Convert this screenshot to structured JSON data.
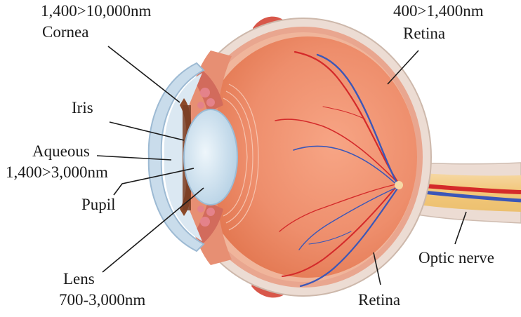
{
  "labels": {
    "cornea_range": "1,400>10,000nm",
    "cornea": "Cornea",
    "retina_top_range": "400>1,400nm",
    "retina_top": "Retina",
    "iris": "Iris",
    "aqueous": "Aqueous",
    "aqueous_range": "1,400>3,000nm",
    "pupil": "Pupil",
    "lens": "Lens",
    "lens_range": "700-3,000nm",
    "retina_bottom": "Retina",
    "optic_nerve": "Optic nerve"
  },
  "colors": {
    "sclera": "#ecdcd3",
    "choroid": "#e9a68f",
    "vitreous": "#ea8867",
    "iris": "#8c4a2a",
    "lens": "#cfe2f0",
    "cornea": "#c9dceb",
    "artery": "#d42a2a",
    "vein": "#3b57b8",
    "nerve": "#f2c77a"
  }
}
